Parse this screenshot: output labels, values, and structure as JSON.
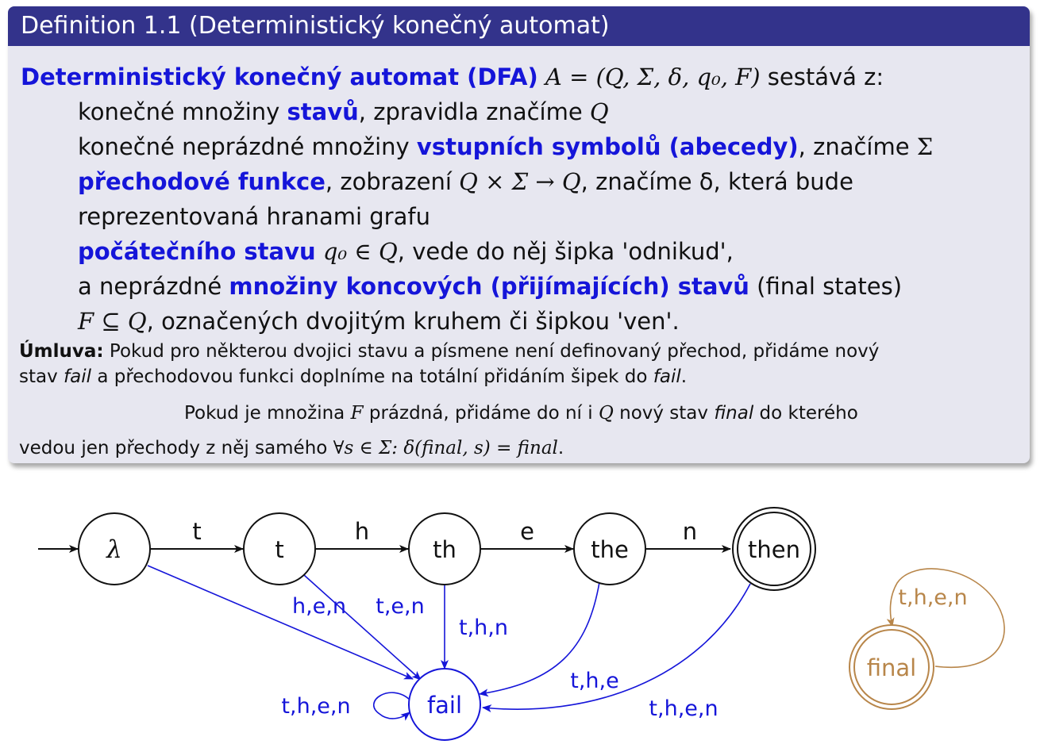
{
  "definition": {
    "title": "Definition 1.1 (Deterministický konečný automat)",
    "lead_bold": "Deterministický konečný automat (DFA)",
    "lead_math": "A = (Q, Σ, δ, q₀, F)",
    "lead_rest": " sestává z:",
    "items": [
      {
        "pre": "konečné množiny ",
        "bold": "stavů",
        "post": ", zpravidla značíme ",
        "math": "Q",
        "post2": ""
      },
      {
        "pre": "konečné neprázdné množiny ",
        "bold": "vstupních symbolů (abecedy)",
        "post": ", značíme ",
        "math": "Σ",
        "post2": ""
      },
      {
        "pre": "",
        "bold": "přechodové funkce",
        "post": ", zobrazení ",
        "math": "Q × Σ → Q",
        "post2": ", značíme δ, která bude"
      },
      {
        "pre": "reprezentovaná hranami grafu",
        "bold": "",
        "post": "",
        "math": "",
        "post2": ""
      },
      {
        "pre": "",
        "bold": "počátečního stavu",
        "post": " ",
        "math": "q₀ ∈ Q",
        "post2": ", vede do něj šipka 'odnikud',"
      },
      {
        "pre": "a neprázdné ",
        "bold": "množiny koncových (přijímajících) stavů",
        "post": " (final states)",
        "math": "",
        "post2": ""
      },
      {
        "pre": "",
        "bold": "",
        "post": "",
        "math": "F ⊆ Q",
        "post2": ", označených dvojitým kruhem či šipkou 'ven'."
      }
    ],
    "note_label": "Úmluva:",
    "note_line1": " Pokud pro některou dvojici stavu a písmene není definovaný přechod, přidáme nový",
    "note_line2_a": "stav ",
    "note_line2_fail": "fail",
    "note_line2_b": " a přechodovou funkci doplníme na totální přidáním šipek do ",
    "note_line2_fail2": "fail",
    "note_line2_c": ".",
    "note_line3_a": "Pokud je množina ",
    "note_line3_F": "F",
    "note_line3_b": " prázdná, přidáme do ní i ",
    "note_line3_Q": "Q",
    "note_line3_c": " nový stav ",
    "note_line3_final": "final",
    "note_line3_d": " do kterého",
    "note_line4_a": "vedou jen přechody z něj samého ",
    "note_line4_math": "∀s ∈ Σ: δ(final, s) = final",
    "note_line4_b": "."
  },
  "automaton": {
    "colors": {
      "black": "#111111",
      "blue": "#1515d9",
      "brown": "#b8864a"
    },
    "states": {
      "lambda": "λ",
      "t": "t",
      "th": "th",
      "the": "the",
      "then": "then",
      "fail": "fail",
      "final": "final"
    },
    "edges": {
      "lambda_t": "t",
      "t_th": "h",
      "th_the": "e",
      "the_then": "n",
      "t_fail": "h,e,n",
      "th_fail_left": "t,e,n",
      "th_fail": "t,h,n",
      "the_fail": "t,h,e",
      "then_fail": "t,h,e,n",
      "fail_loop": "t,h,e,n",
      "final_loop": "t,h,e,n"
    }
  }
}
